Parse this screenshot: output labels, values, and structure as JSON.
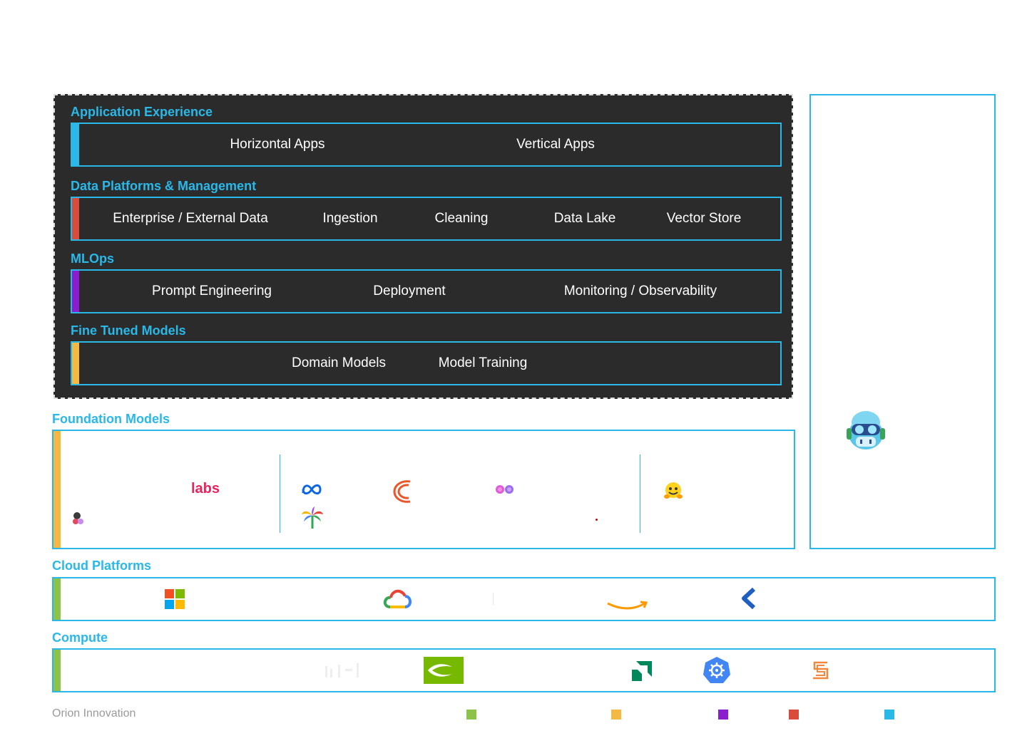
{
  "stack": {
    "sections": [
      {
        "title": "Application Experience",
        "items": [
          "Horizontal Apps",
          "Vertical Apps"
        ]
      },
      {
        "title": "Data Platforms & Management",
        "items": [
          "Enterprise / External Data",
          "Ingestion",
          "Cleaning",
          "Data Lake",
          "Vector Store"
        ]
      },
      {
        "title": "MLOps",
        "items": [
          "Prompt Engineering",
          "Deployment",
          "Monitoring / Observability"
        ]
      },
      {
        "title": "Fine Tuned Models",
        "items": [
          "Domain Models",
          "Model Training"
        ]
      }
    ]
  },
  "foundation": {
    "title": "Foundation Models",
    "labs_text": "labs"
  },
  "cloud": {
    "title": "Cloud Platforms"
  },
  "compute": {
    "title": "Compute"
  },
  "footer": {
    "company": "Orion Innovation"
  },
  "colors": {
    "accent": "#29b8e8",
    "app_bar": "#29b8e8",
    "data_bar": "#d94b3b",
    "mlops_bar": "#8a1ecf",
    "finetune_bar": "#f4b942",
    "cloud_bar": "#8dc34a",
    "legend": [
      "#8dc34a",
      "#f4b942",
      "#8a1ecf",
      "#d94b3b",
      "#29b8e8"
    ]
  },
  "icons": [
    "meta-icon",
    "palm-icon",
    "anthropic-icon",
    "sparkle-icon",
    "hugging-face-icon",
    "copilot-icon",
    "microsoft-icon",
    "google-cloud-icon",
    "amazon-icon",
    "coreweave-icon",
    "intel-icon",
    "nvidia-icon",
    "amd-icon",
    "kubernetes-icon",
    "sambanova-icon"
  ]
}
